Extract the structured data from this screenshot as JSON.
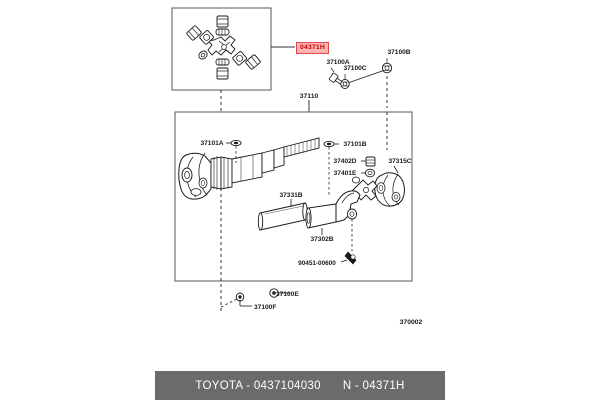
{
  "diagram": {
    "title_number": "370002",
    "callout_highlight": "04371H",
    "top_assembly_label": "37110",
    "labels": {
      "l_37100a": "37100A",
      "l_37100c": "37100C",
      "l_37100b": "37100B",
      "l_37110": "37110",
      "l_37101a": "37101A",
      "l_37101b": "37101B",
      "l_37402d": "37402D",
      "l_37401e": "37401E",
      "l_37315c": "37315C",
      "l_37331b": "37331B",
      "l_37302b": "37302B",
      "l_90451": "90451-00600",
      "l_37100e": "37100E",
      "l_37100f": "37100F",
      "l_370002": "370002"
    }
  },
  "footer": {
    "brand_part": "TOYOTA - 0437104030",
    "node_part": "N - 04371H"
  }
}
